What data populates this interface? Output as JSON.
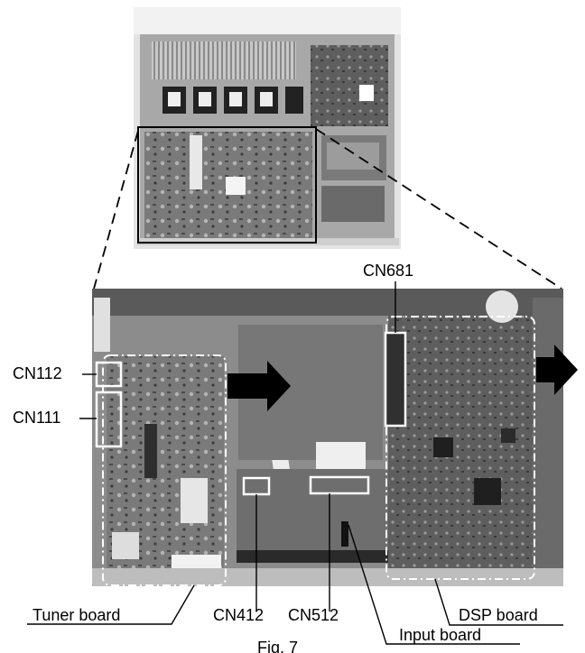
{
  "labels": {
    "cn681": "CN681",
    "cn112": "CN112",
    "cn111": "CN111",
    "cn412": "CN412",
    "cn512": "CN512",
    "tuner_board": "Tuner board",
    "dsp_board": "DSP board",
    "input_board": "Input board",
    "figure": "Fig. 7"
  },
  "colors": {
    "line": "#000000",
    "photo_dark": "#2a2a2a",
    "photo_mid": "#6b6b6b",
    "photo_light": "#b9b9b9",
    "chassis": "#d9d9d9"
  }
}
